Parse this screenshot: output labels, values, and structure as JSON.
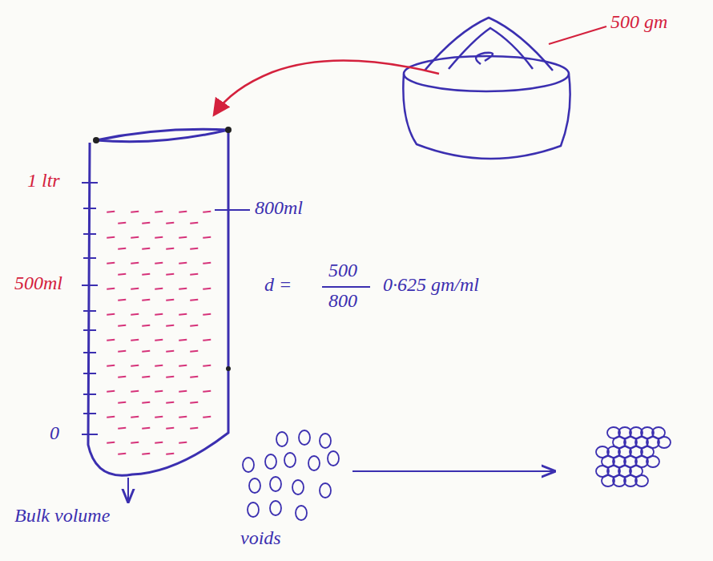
{
  "diagram": {
    "labels": [
      "500 gm",
      "1 ltr",
      "800ml",
      "500ml",
      "0",
      "d =",
      "500",
      "800",
      "0·625 gm/ml",
      "Bulk volume",
      "voids"
    ]
  }
}
